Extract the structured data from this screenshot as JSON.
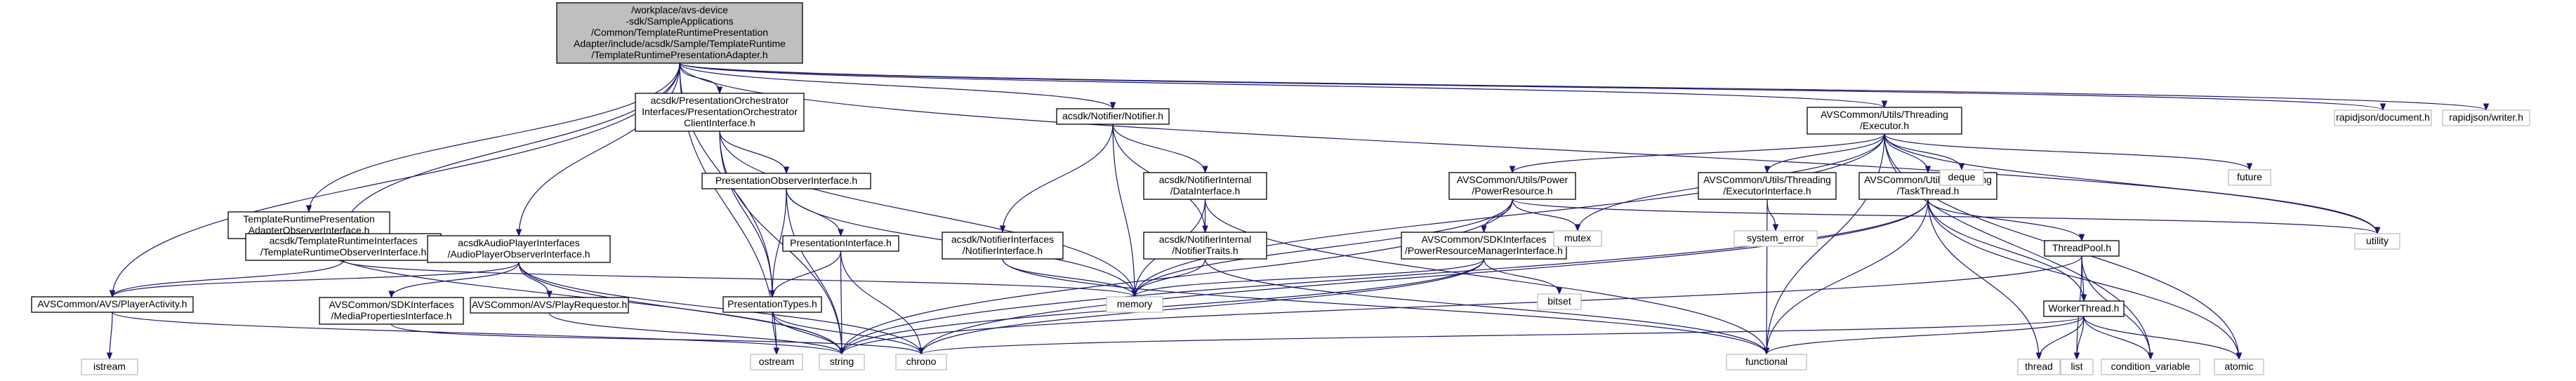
{
  "graph": {
    "nodes": [
      {
        "id": "root",
        "kind": "root",
        "lines": [
          "/workplace/avs-device",
          "-sdk/SampleApplications",
          "/Common/TemplateRuntimePresentation",
          "Adapter/include/acsdk/Sample/TemplateRuntime",
          "/TemplateRuntimePresentationAdapter.h"
        ]
      },
      {
        "id": "n_tr_adapter_obs",
        "kind": "int",
        "lines": [
          "TemplateRuntimePresentation",
          "AdapterObserverInterface.h"
        ]
      },
      {
        "id": "n_tr_interfaces",
        "kind": "int",
        "lines": [
          "acsdk/TemplateRuntimeInterfaces",
          "/TemplateRuntimeObserverInterface.h"
        ]
      },
      {
        "id": "n_audio_player",
        "kind": "int",
        "lines": [
          "acsdkAudioPlayerInterfaces",
          "/AudioPlayerObserverInterface.h"
        ]
      },
      {
        "id": "n_player_activity",
        "kind": "int",
        "lines": [
          "AVSCommon/AVS/PlayerActivity.h"
        ]
      },
      {
        "id": "n_media_props",
        "kind": "int",
        "lines": [
          "AVSCommon/SDKInterfaces",
          "/MediaPropertiesInterface.h"
        ]
      },
      {
        "id": "n_play_requestor",
        "kind": "int",
        "lines": [
          "AVSCommon/AVS/PlayRequestor.h"
        ]
      },
      {
        "id": "n_pres_orch",
        "kind": "int",
        "lines": [
          "acsdk/PresentationOrchestrator",
          "Interfaces/PresentationOrchestrator",
          "ClientInterface.h"
        ]
      },
      {
        "id": "n_pres_observer",
        "kind": "int",
        "lines": [
          "PresentationObserverInterface.h"
        ]
      },
      {
        "id": "n_pres_interface",
        "kind": "int",
        "lines": [
          "PresentationInterface.h"
        ]
      },
      {
        "id": "n_pres_types",
        "kind": "int",
        "lines": [
          "PresentationTypes.h"
        ]
      },
      {
        "id": "n_notifier",
        "kind": "int",
        "lines": [
          "acsdk/Notifier/Notifier.h"
        ]
      },
      {
        "id": "n_notifier_data",
        "kind": "int",
        "lines": [
          "acsdk/NotifierInternal",
          "/DataInterface.h"
        ]
      },
      {
        "id": "n_notifier_ifaces",
        "kind": "int",
        "lines": [
          "acsdk/NotifierInterfaces",
          "/NotifierInterface.h"
        ]
      },
      {
        "id": "n_notifier_traits",
        "kind": "int",
        "lines": [
          "acsdk/NotifierInternal",
          "/NotifierTraits.h"
        ]
      },
      {
        "id": "n_executor",
        "kind": "int",
        "lines": [
          "AVSCommon/Utils/Threading",
          "/Executor.h"
        ]
      },
      {
        "id": "n_power_resource",
        "kind": "int",
        "lines": [
          "AVSCommon/Utils/Power",
          "/PowerResource.h"
        ]
      },
      {
        "id": "n_power_mgr",
        "kind": "int",
        "lines": [
          "AVSCommon/SDKInterfaces",
          "/PowerResourceManagerInterface.h"
        ]
      },
      {
        "id": "n_executor_iface",
        "kind": "int",
        "lines": [
          "AVSCommon/Utils/Threading",
          "/ExecutorInterface.h"
        ]
      },
      {
        "id": "n_task_thread",
        "kind": "int",
        "lines": [
          "AVSCommon/Utils/Threading",
          "/TaskThread.h"
        ]
      },
      {
        "id": "n_thread_pool",
        "kind": "int",
        "lines": [
          "ThreadPool.h"
        ]
      },
      {
        "id": "n_worker_thread",
        "kind": "int",
        "lines": [
          "WorkerThread.h"
        ]
      },
      {
        "id": "e_istream",
        "kind": "ext",
        "lines": [
          "istream"
        ]
      },
      {
        "id": "e_ostream",
        "kind": "ext",
        "lines": [
          "ostream"
        ]
      },
      {
        "id": "e_string",
        "kind": "ext",
        "lines": [
          "string"
        ]
      },
      {
        "id": "e_chrono",
        "kind": "ext",
        "lines": [
          "chrono"
        ]
      },
      {
        "id": "e_memory",
        "kind": "ext",
        "lines": [
          "memory"
        ]
      },
      {
        "id": "e_functional",
        "kind": "ext",
        "lines": [
          "functional"
        ]
      },
      {
        "id": "e_mutex",
        "kind": "ext",
        "lines": [
          "mutex"
        ]
      },
      {
        "id": "e_bitset",
        "kind": "ext",
        "lines": [
          "bitset"
        ]
      },
      {
        "id": "e_system_error",
        "kind": "ext",
        "lines": [
          "system_error"
        ]
      },
      {
        "id": "e_deque",
        "kind": "ext",
        "lines": [
          "deque"
        ]
      },
      {
        "id": "e_future",
        "kind": "ext",
        "lines": [
          "future"
        ]
      },
      {
        "id": "e_utility",
        "kind": "ext",
        "lines": [
          "utility"
        ]
      },
      {
        "id": "e_atomic",
        "kind": "ext",
        "lines": [
          "atomic"
        ]
      },
      {
        "id": "e_condvar",
        "kind": "ext",
        "lines": [
          "condition_variable"
        ]
      },
      {
        "id": "e_list",
        "kind": "ext",
        "lines": [
          "list"
        ]
      },
      {
        "id": "e_thread",
        "kind": "ext",
        "lines": [
          "thread"
        ]
      },
      {
        "id": "e_rj_document",
        "kind": "ext",
        "lines": [
          "rapidjson/document.h"
        ]
      },
      {
        "id": "e_rj_writer",
        "kind": "ext",
        "lines": [
          "rapidjson/writer.h"
        ]
      }
    ],
    "edges": [
      [
        "root",
        "n_tr_adapter_obs"
      ],
      [
        "root",
        "n_tr_interfaces"
      ],
      [
        "root",
        "n_audio_player"
      ],
      [
        "root",
        "n_player_activity"
      ],
      [
        "root",
        "n_pres_orch"
      ],
      [
        "root",
        "n_pres_types"
      ],
      [
        "root",
        "n_notifier"
      ],
      [
        "root",
        "n_executor"
      ],
      [
        "root",
        "e_ostream"
      ],
      [
        "root",
        "e_utility"
      ],
      [
        "root",
        "e_rj_document"
      ],
      [
        "root",
        "e_rj_writer"
      ],
      [
        "n_tr_adapter_obs",
        "n_tr_interfaces"
      ],
      [
        "n_tr_adapter_obs",
        "e_string"
      ],
      [
        "n_tr_interfaces",
        "n_player_activity"
      ],
      [
        "n_tr_interfaces",
        "e_memory"
      ],
      [
        "n_audio_player",
        "n_player_activity"
      ],
      [
        "n_audio_player",
        "n_media_props"
      ],
      [
        "n_audio_player",
        "n_play_requestor"
      ],
      [
        "n_audio_player",
        "e_chrono"
      ],
      [
        "n_audio_player",
        "e_string"
      ],
      [
        "n_player_activity",
        "e_istream"
      ],
      [
        "n_player_activity",
        "e_string"
      ],
      [
        "n_media_props",
        "e_chrono"
      ],
      [
        "n_play_requestor",
        "e_string"
      ],
      [
        "n_pres_orch",
        "n_pres_observer"
      ],
      [
        "n_pres_orch",
        "n_pres_types"
      ],
      [
        "n_pres_orch",
        "e_memory"
      ],
      [
        "n_pres_orch",
        "e_string"
      ],
      [
        "n_pres_observer",
        "n_pres_interface"
      ],
      [
        "n_pres_observer",
        "n_pres_types"
      ],
      [
        "n_pres_observer",
        "e_memory"
      ],
      [
        "n_pres_observer",
        "e_string"
      ],
      [
        "n_pres_interface",
        "n_pres_types"
      ],
      [
        "n_pres_interface",
        "e_chrono"
      ],
      [
        "n_pres_interface",
        "e_string"
      ],
      [
        "n_pres_types",
        "e_ostream"
      ],
      [
        "n_pres_types",
        "e_string"
      ],
      [
        "n_pres_types",
        "e_chrono"
      ],
      [
        "n_notifier",
        "n_notifier_data"
      ],
      [
        "n_notifier",
        "n_notifier_ifaces"
      ],
      [
        "n_notifier",
        "n_notifier_traits"
      ],
      [
        "n_notifier",
        "e_memory"
      ],
      [
        "n_notifier_data",
        "n_notifier_traits"
      ],
      [
        "n_notifier_data",
        "e_memory"
      ],
      [
        "n_notifier_data",
        "e_functional"
      ],
      [
        "n_notifier_ifaces",
        "e_memory"
      ],
      [
        "n_notifier_ifaces",
        "e_functional"
      ],
      [
        "n_notifier_traits",
        "e_memory"
      ],
      [
        "n_notifier_traits",
        "e_functional"
      ],
      [
        "n_executor",
        "n_power_resource"
      ],
      [
        "n_executor",
        "n_executor_iface"
      ],
      [
        "n_executor",
        "n_task_thread"
      ],
      [
        "n_executor",
        "e_memory"
      ],
      [
        "n_executor",
        "e_mutex"
      ],
      [
        "n_executor",
        "e_deque"
      ],
      [
        "n_executor",
        "e_future"
      ],
      [
        "n_executor",
        "e_functional"
      ],
      [
        "n_executor",
        "e_utility"
      ],
      [
        "n_executor",
        "e_atomic"
      ],
      [
        "n_executor",
        "e_condvar"
      ],
      [
        "n_power_resource",
        "n_power_mgr"
      ],
      [
        "n_power_resource",
        "e_memory"
      ],
      [
        "n_power_resource",
        "e_mutex"
      ],
      [
        "n_power_resource",
        "e_string"
      ],
      [
        "n_power_resource",
        "e_utility"
      ],
      [
        "n_power_mgr",
        "e_bitset"
      ],
      [
        "n_power_mgr",
        "e_chrono"
      ],
      [
        "n_power_mgr",
        "e_memory"
      ],
      [
        "n_power_mgr",
        "e_string"
      ],
      [
        "n_executor_iface",
        "e_system_error"
      ],
      [
        "n_executor_iface",
        "e_functional"
      ],
      [
        "n_task_thread",
        "n_thread_pool"
      ],
      [
        "n_task_thread",
        "n_worker_thread"
      ],
      [
        "n_task_thread",
        "e_atomic"
      ],
      [
        "n_task_thread",
        "e_chrono"
      ],
      [
        "n_task_thread",
        "e_functional"
      ],
      [
        "n_task_thread",
        "e_string"
      ],
      [
        "n_task_thread",
        "e_thread"
      ],
      [
        "n_thread_pool",
        "n_worker_thread"
      ],
      [
        "n_thread_pool",
        "e_condvar"
      ],
      [
        "n_thread_pool",
        "e_list"
      ],
      [
        "n_thread_pool",
        "e_string"
      ],
      [
        "n_worker_thread",
        "e_atomic"
      ],
      [
        "n_worker_thread",
        "e_chrono"
      ],
      [
        "n_worker_thread",
        "e_condvar"
      ],
      [
        "n_worker_thread",
        "e_functional"
      ],
      [
        "n_worker_thread",
        "e_list"
      ],
      [
        "n_worker_thread",
        "e_thread"
      ]
    ]
  },
  "colors": {
    "edge": "#191970",
    "root_fill": "#bfbfbf",
    "internal_border": "#000000",
    "external_border": "#bfbfbf"
  }
}
